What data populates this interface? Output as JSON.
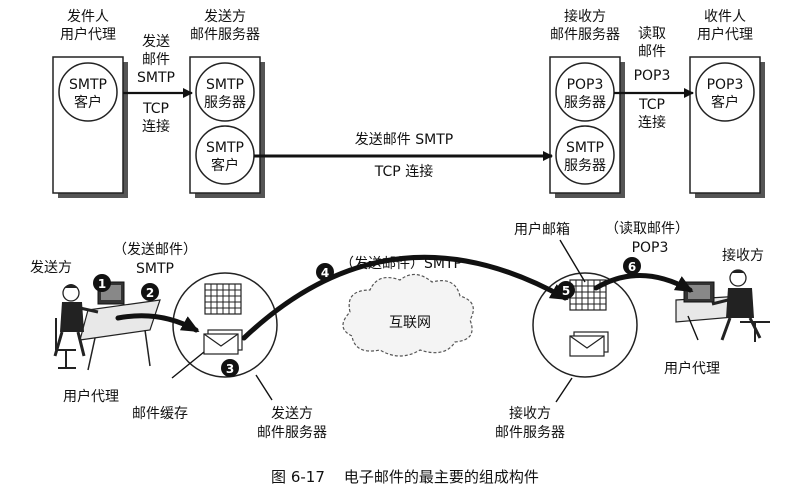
{
  "top": {
    "sender_ua": [
      "发件人",
      "用户代理"
    ],
    "sender_ms": [
      "发送方",
      "邮件服务器"
    ],
    "receiver_ms": [
      "接收方",
      "邮件服务器"
    ],
    "receiver_ua": [
      "收件人",
      "用户代理"
    ],
    "smtp_client": [
      "SMTP",
      "客户"
    ],
    "smtp_server": [
      "SMTP",
      "服务器"
    ],
    "smtp_client2": [
      "SMTP",
      "客户"
    ],
    "pop3_server": [
      "POP3",
      "服务器"
    ],
    "smtp_server2": [
      "SMTP",
      "服务器"
    ],
    "pop3_client": [
      "POP3",
      "客户"
    ],
    "send_label": [
      "发送",
      "邮件",
      "SMTP"
    ],
    "tcp1": [
      "TCP",
      "连接"
    ],
    "mid_label": "发送邮件 SMTP",
    "mid_tcp": "TCP 连接",
    "read_label": [
      "读取",
      "邮件",
      "POP3"
    ],
    "tcp2": [
      "TCP",
      "连接"
    ]
  },
  "bottom": {
    "sender": "发送方",
    "send_smtp": [
      "（发送邮件）",
      "SMTP"
    ],
    "user_agent_left": "用户代理",
    "mail_cache": "邮件缓存",
    "sender_server": [
      "发送方",
      "邮件服务器"
    ],
    "step4_label": "（发送邮件）SMTP",
    "internet": "互联网",
    "mailbox": "用户邮箱",
    "read_pop3": [
      "（读取邮件）",
      "POP3"
    ],
    "receiver": "接收方",
    "user_agent_right": "用户代理",
    "receiver_server": [
      "接收方",
      "邮件服务器"
    ],
    "steps": [
      "1",
      "2",
      "3",
      "4",
      "5",
      "6"
    ]
  },
  "caption": "图 6-17    电子邮件的最主要的组成构件"
}
